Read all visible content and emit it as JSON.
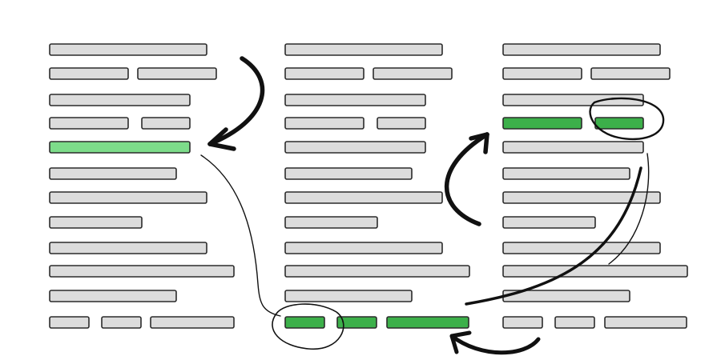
{
  "colors": {
    "bar_fill": "#dcdcdc",
    "bar_outline": "#2b2b2b",
    "highlight_light": "#7ddc8a",
    "highlight_dark": "#3cb04a",
    "ink": "#111111",
    "background": "#ffffff"
  },
  "columns": [
    {
      "name": "left",
      "rows": [
        {
          "segments": [
            {
              "state": "plain"
            }
          ]
        },
        {
          "segments": [
            {
              "state": "plain"
            },
            {
              "state": "plain"
            }
          ]
        },
        {
          "segments": [
            {
              "state": "plain"
            }
          ]
        },
        {
          "segments": [
            {
              "state": "plain"
            },
            {
              "state": "plain"
            }
          ]
        },
        {
          "segments": [
            {
              "state": "highlight-light"
            }
          ]
        },
        {
          "segments": [
            {
              "state": "plain"
            }
          ]
        },
        {
          "segments": [
            {
              "state": "plain"
            }
          ]
        },
        {
          "segments": [
            {
              "state": "plain"
            }
          ]
        },
        {
          "segments": [
            {
              "state": "plain"
            }
          ]
        },
        {
          "segments": [
            {
              "state": "plain"
            }
          ]
        },
        {
          "segments": [
            {
              "state": "plain"
            }
          ]
        },
        {
          "segments": [
            {
              "state": "plain"
            },
            {
              "state": "plain"
            },
            {
              "state": "plain"
            }
          ]
        }
      ]
    },
    {
      "name": "middle",
      "rows": [
        {
          "segments": [
            {
              "state": "plain"
            }
          ]
        },
        {
          "segments": [
            {
              "state": "plain"
            },
            {
              "state": "plain"
            }
          ]
        },
        {
          "segments": [
            {
              "state": "plain"
            }
          ]
        },
        {
          "segments": [
            {
              "state": "plain"
            },
            {
              "state": "plain"
            }
          ]
        },
        {
          "segments": [
            {
              "state": "plain"
            }
          ]
        },
        {
          "segments": [
            {
              "state": "plain"
            }
          ]
        },
        {
          "segments": [
            {
              "state": "plain"
            }
          ]
        },
        {
          "segments": [
            {
              "state": "plain"
            }
          ]
        },
        {
          "segments": [
            {
              "state": "plain"
            }
          ]
        },
        {
          "segments": [
            {
              "state": "plain"
            }
          ]
        },
        {
          "segments": [
            {
              "state": "plain"
            }
          ]
        },
        {
          "segments": [
            {
              "state": "highlight-dark"
            },
            {
              "state": "highlight-dark"
            },
            {
              "state": "highlight-dark"
            }
          ]
        }
      ]
    },
    {
      "name": "right",
      "rows": [
        {
          "segments": [
            {
              "state": "plain"
            }
          ]
        },
        {
          "segments": [
            {
              "state": "plain"
            },
            {
              "state": "plain"
            }
          ]
        },
        {
          "segments": [
            {
              "state": "plain"
            }
          ]
        },
        {
          "segments": [
            {
              "state": "highlight-dark"
            },
            {
              "state": "highlight-dark"
            }
          ]
        },
        {
          "segments": [
            {
              "state": "plain"
            }
          ]
        },
        {
          "segments": [
            {
              "state": "plain"
            }
          ]
        },
        {
          "segments": [
            {
              "state": "plain"
            }
          ]
        },
        {
          "segments": [
            {
              "state": "plain"
            }
          ]
        },
        {
          "segments": [
            {
              "state": "plain"
            }
          ]
        },
        {
          "segments": [
            {
              "state": "plain"
            }
          ]
        },
        {
          "segments": [
            {
              "state": "plain"
            }
          ]
        },
        {
          "segments": [
            {
              "state": "plain"
            },
            {
              "state": "plain"
            },
            {
              "state": "plain"
            }
          ]
        }
      ]
    }
  ],
  "annotations": [
    {
      "name": "arrow-top-left-curve",
      "kind": "arrow"
    },
    {
      "name": "connector-left-to-bottom",
      "kind": "thin-line"
    },
    {
      "name": "circle-middle-bottom-segment",
      "kind": "loop"
    },
    {
      "name": "arrow-bottom-right-curve",
      "kind": "arrow"
    },
    {
      "name": "connector-bottom-to-right",
      "kind": "thick-line"
    },
    {
      "name": "arrow-middle-to-right-up",
      "kind": "arrow"
    },
    {
      "name": "circle-right-segment",
      "kind": "loop"
    },
    {
      "name": "connector-right-column-down",
      "kind": "thin-line"
    }
  ]
}
